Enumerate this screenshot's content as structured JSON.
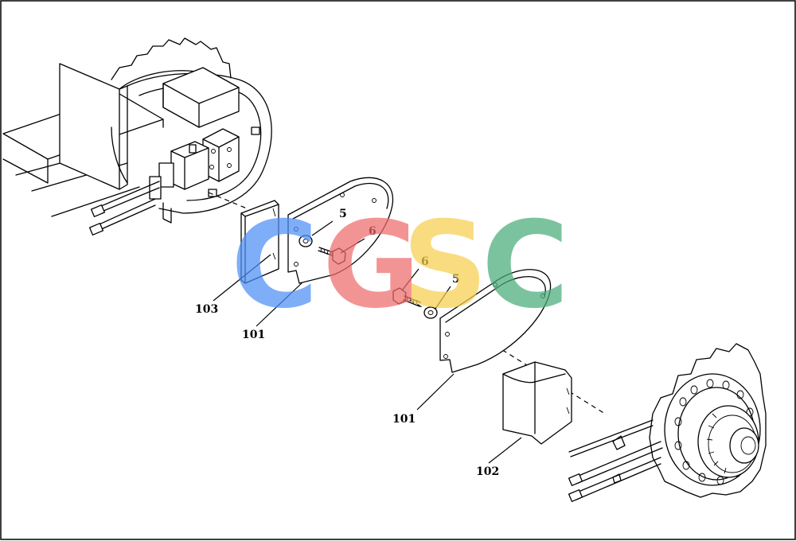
{
  "diagram": {
    "callouts": {
      "c103": "103",
      "c101a": "101",
      "c101b": "101",
      "c102": "102",
      "c5a": "5",
      "c6a": "6",
      "c6b": "6",
      "c5b": "5"
    }
  },
  "watermark": {
    "letters": [
      "C",
      "G",
      "S",
      "C"
    ],
    "colors": [
      "#4f8ff7",
      "#ef6b6b",
      "#f7cf4f",
      "#49ad79"
    ]
  }
}
